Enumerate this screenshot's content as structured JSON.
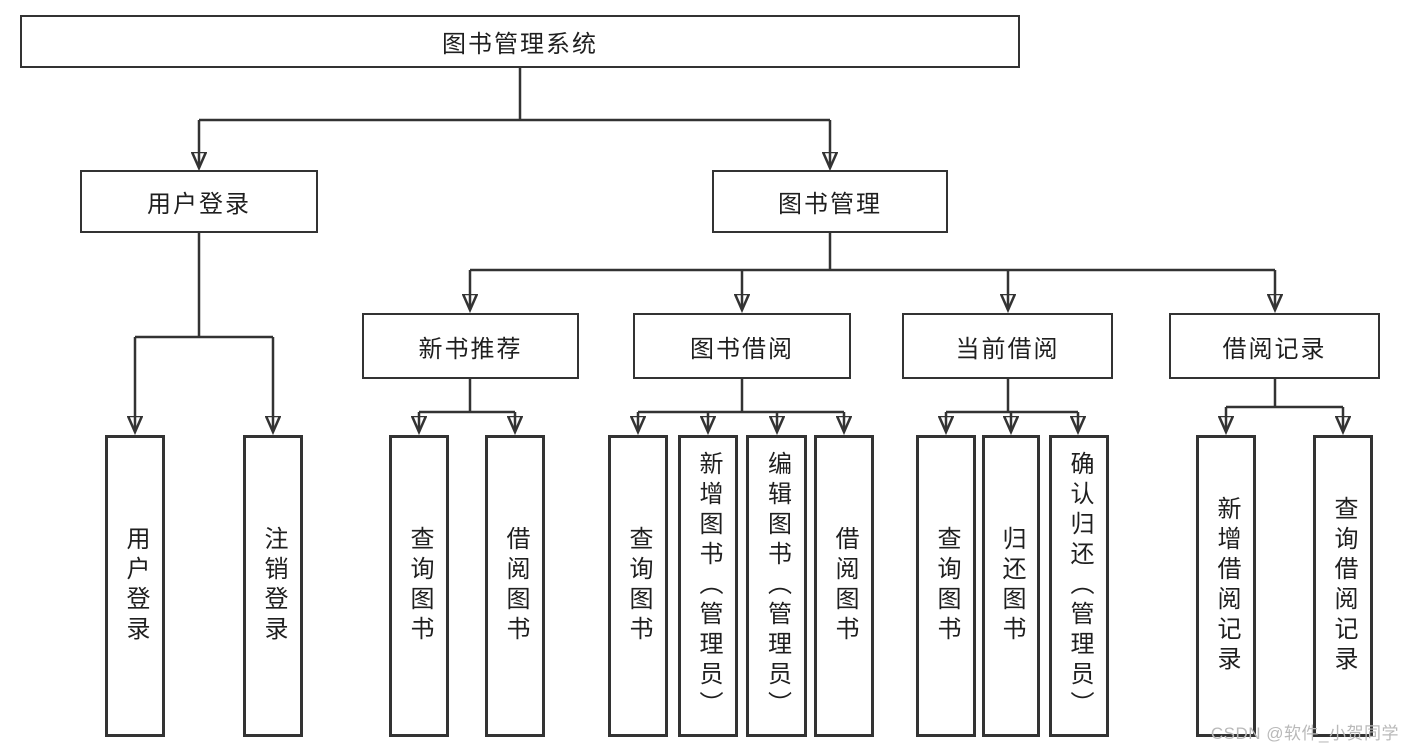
{
  "diagram": {
    "root": {
      "label": "图书管理系统"
    },
    "branches": [
      {
        "label": "用户登录",
        "leaves": [
          {
            "label": "用户登录"
          },
          {
            "label": "注销登录"
          }
        ]
      },
      {
        "label": "图书管理",
        "groups": [
          {
            "label": "新书推荐",
            "leaves": [
              {
                "label": "查询图书"
              },
              {
                "label": "借阅图书"
              }
            ]
          },
          {
            "label": "图书借阅",
            "leaves": [
              {
                "label": "查询图书"
              },
              {
                "label": "新增图书（管理员）"
              },
              {
                "label": "编辑图书（管理员）"
              },
              {
                "label": "借阅图书"
              }
            ]
          },
          {
            "label": "当前借阅",
            "leaves": [
              {
                "label": "查询图书"
              },
              {
                "label": "归还图书"
              },
              {
                "label": "确认归还（管理员）"
              }
            ]
          },
          {
            "label": "借阅记录",
            "leaves": [
              {
                "label": "新增借阅记录"
              },
              {
                "label": "查询借阅记录"
              }
            ]
          }
        ]
      }
    ]
  },
  "watermark": {
    "text": "CSDN @软件_小贺同学"
  },
  "colors": {
    "line": "#333333",
    "border": "#333333",
    "text": "#1f1f1f",
    "background": "#ffffff",
    "watermark": "#b9b9b9"
  }
}
